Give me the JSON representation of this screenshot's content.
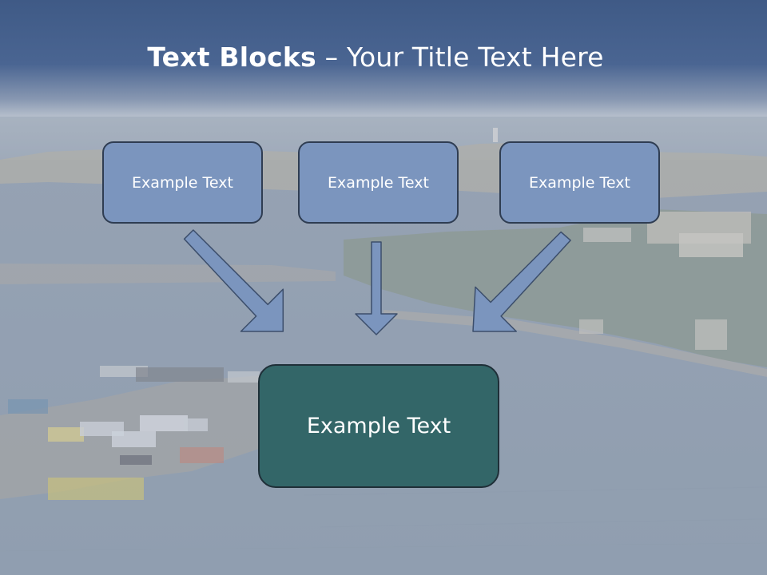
{
  "slide": {
    "title_bold": "Text Blocks",
    "title_separator": "–",
    "title_rest": "Your Title Text Here"
  },
  "blocks": [
    {
      "label": "Example Text"
    },
    {
      "label": "Example Text"
    },
    {
      "label": "Example Text"
    }
  ],
  "main_block": {
    "label": "Example Text"
  },
  "colors": {
    "header": "#4a6592",
    "small_block_fill": "#7b95be",
    "main_block_fill": "#336668",
    "arrow_fill": "#7b95be"
  }
}
